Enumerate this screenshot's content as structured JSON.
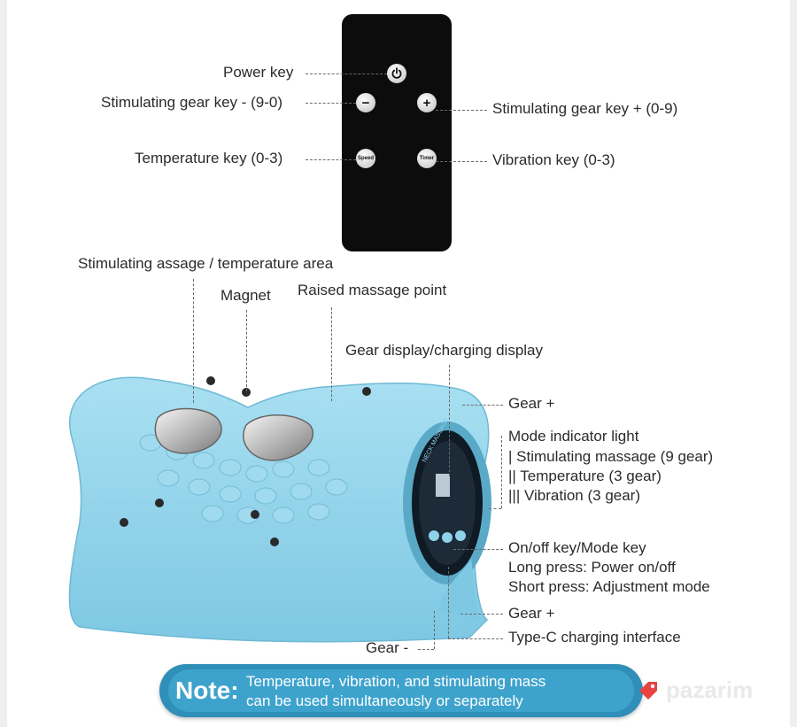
{
  "remote": {
    "power_label": "Power key",
    "minus_label": "Stimulating gear key - (9-0)",
    "plus_label": "Stimulating gear key + (0-9)",
    "temperature_label": "Temperature key (0-3)",
    "vibration_label": "Vibration key (0-3)",
    "buttons": {
      "minus": "−",
      "plus": "+",
      "speed": "Speed",
      "timer": "Timer"
    }
  },
  "device": {
    "stim_area_label": "Stimulating assage / temperature area",
    "magnet_label": "Magnet",
    "raised_point_label": "Raised massage point",
    "gear_display_label": "Gear display/charging display",
    "gear_plus_top": "Gear +",
    "mode_light": {
      "title": "Mode indicator light",
      "line1": "| Stimulating massage (9 gear)",
      "line2": "|| Temperature (3 gear)",
      "line3": "||| Vibration (3 gear)"
    },
    "onoff": {
      "title": "On/off key/Mode key",
      "line1": "Long press: Power on/off",
      "line2": "Short press: Adjustment mode"
    },
    "gear_plus_bottom": "Gear +",
    "typec_label": "Type-C charging interface",
    "gear_minus": "Gear -",
    "panel_text": "NECK MASSAGE"
  },
  "note": {
    "title": "Note:",
    "line1": "Temperature, vibration, and stimulating mass",
    "line2": "can be used simultaneously or separately"
  },
  "watermark": "pazarim",
  "colors": {
    "device_body": "#8fd3ea",
    "note_bg": "#3ea3cc",
    "remote_bg": "#0c0c0c",
    "watermark_tag": "#e8433f"
  }
}
